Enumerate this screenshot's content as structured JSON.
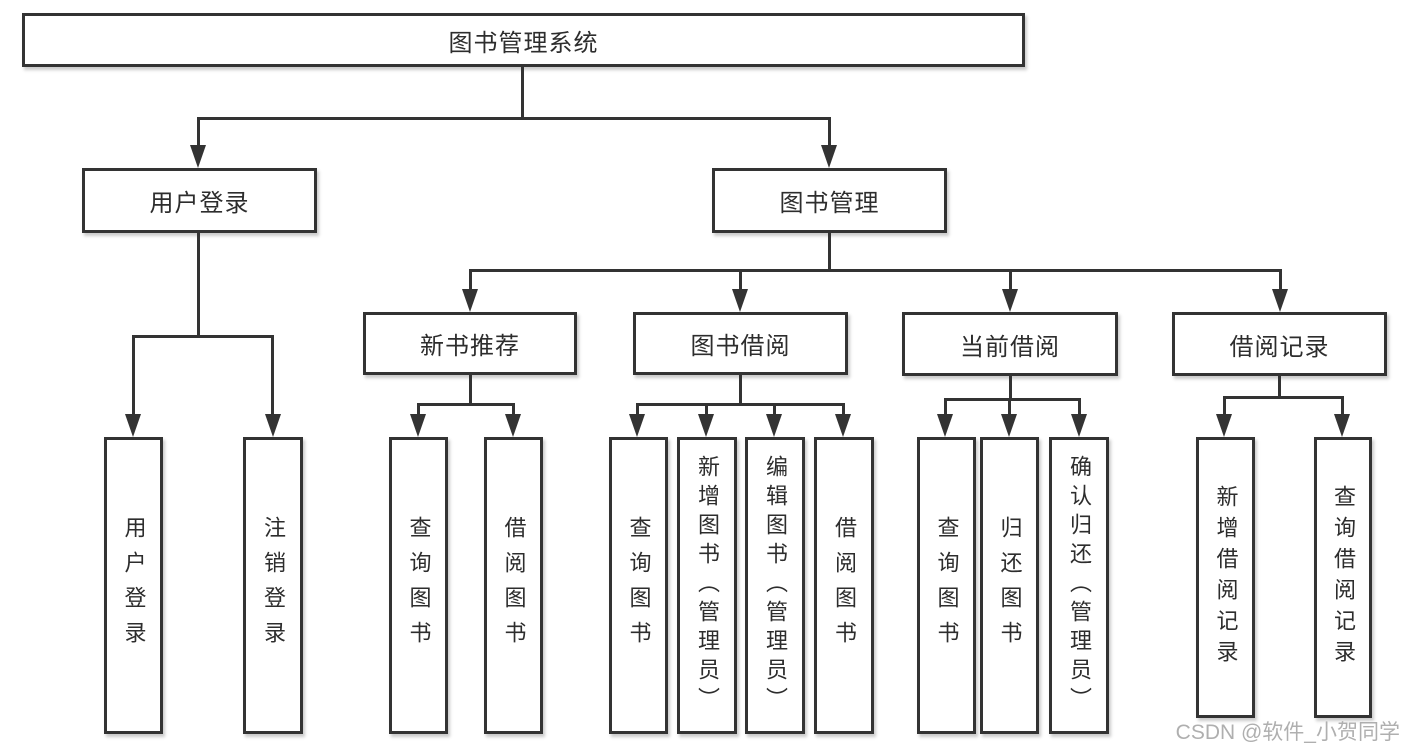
{
  "root_label": "图书管理系统",
  "level2": [
    {
      "label": "用户登录"
    },
    {
      "label": "图书管理"
    }
  ],
  "level3": [
    {
      "label": "新书推荐"
    },
    {
      "label": "图书借阅"
    },
    {
      "label": "当前借阅"
    },
    {
      "label": "借阅记录"
    }
  ],
  "leaves": [
    {
      "label": "用户登录"
    },
    {
      "label": "注销登录"
    },
    {
      "label": "查询图书"
    },
    {
      "label": "借阅图书"
    },
    {
      "label": "查询图书"
    },
    {
      "label": "新增图书（管理员）"
    },
    {
      "label": "编辑图书（管理员）"
    },
    {
      "label": "借阅图书"
    },
    {
      "label": "查询图书"
    },
    {
      "label": "归还图书"
    },
    {
      "label": "确认归还（管理员）"
    },
    {
      "label": "新增借阅记录"
    },
    {
      "label": "查询借阅记录"
    }
  ],
  "watermark": "CSDN @软件_小贺同学",
  "colors": {
    "line": "#333333",
    "text": "#2d2d2d",
    "watermark": "#a9a9a9",
    "background": "#ffffff"
  }
}
